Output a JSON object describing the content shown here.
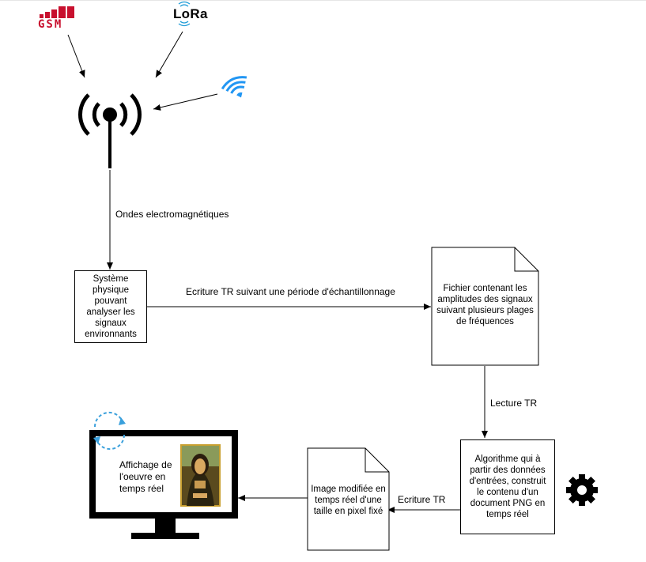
{
  "logos": {
    "gsm": "GSM",
    "lora": "LoRa"
  },
  "edges": {
    "waves_label": "Ondes electromagnétiques",
    "write_label": "Ecriture TR suivant une période d'échantillonnage",
    "read_label": "Lecture TR",
    "write2_label": "Ecriture TR"
  },
  "nodes": {
    "system": "Système physique pouvant analyser les signaux environnants",
    "file": "Fichier contenant les amplitudes des signaux suivant plusieurs plages de fréquences",
    "algorithm": "Algorithme qui à partir des données d'entrées, construit le contenu d'un document PNG en temps réel",
    "image": "Image modifiée en temps réel d'une taille en pixel fixé",
    "display": "Affichage de l'oeuvre en temps réel"
  },
  "colors": {
    "gsm": "#c8102e",
    "lora": "#1d9bd7",
    "wifi": "#2196f3",
    "sync": "#3aa0dc",
    "line": "#000000"
  },
  "icons": {
    "antenna": "antenna-icon",
    "wifi": "wifi-icon",
    "gear": "gear-icon",
    "monitor": "monitor-icon",
    "refresh": "refresh-icon",
    "painting": "mona-lisa-thumbnail"
  }
}
